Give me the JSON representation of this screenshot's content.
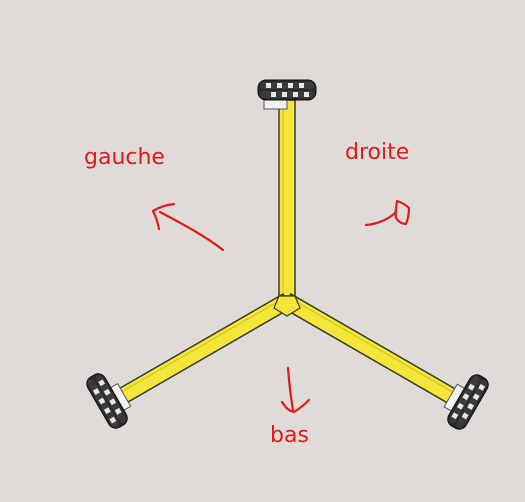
{
  "colors": {
    "background": "#dfdbd8",
    "beam": "#f5e73a",
    "beam_outline": "#3a3a2a",
    "annotation": "#e01b1b",
    "wheel": "#1f1f1f"
  },
  "labels": {
    "left": "gauche",
    "right": "droite",
    "down": "bas"
  },
  "icons": {
    "arrow_left": "hand-drawn-arrow-left-icon",
    "arrow_right": "hand-drawn-arrow-right-icon",
    "arrow_down": "hand-drawn-arrow-down-icon",
    "wheel": "omni-wheel-icon"
  }
}
